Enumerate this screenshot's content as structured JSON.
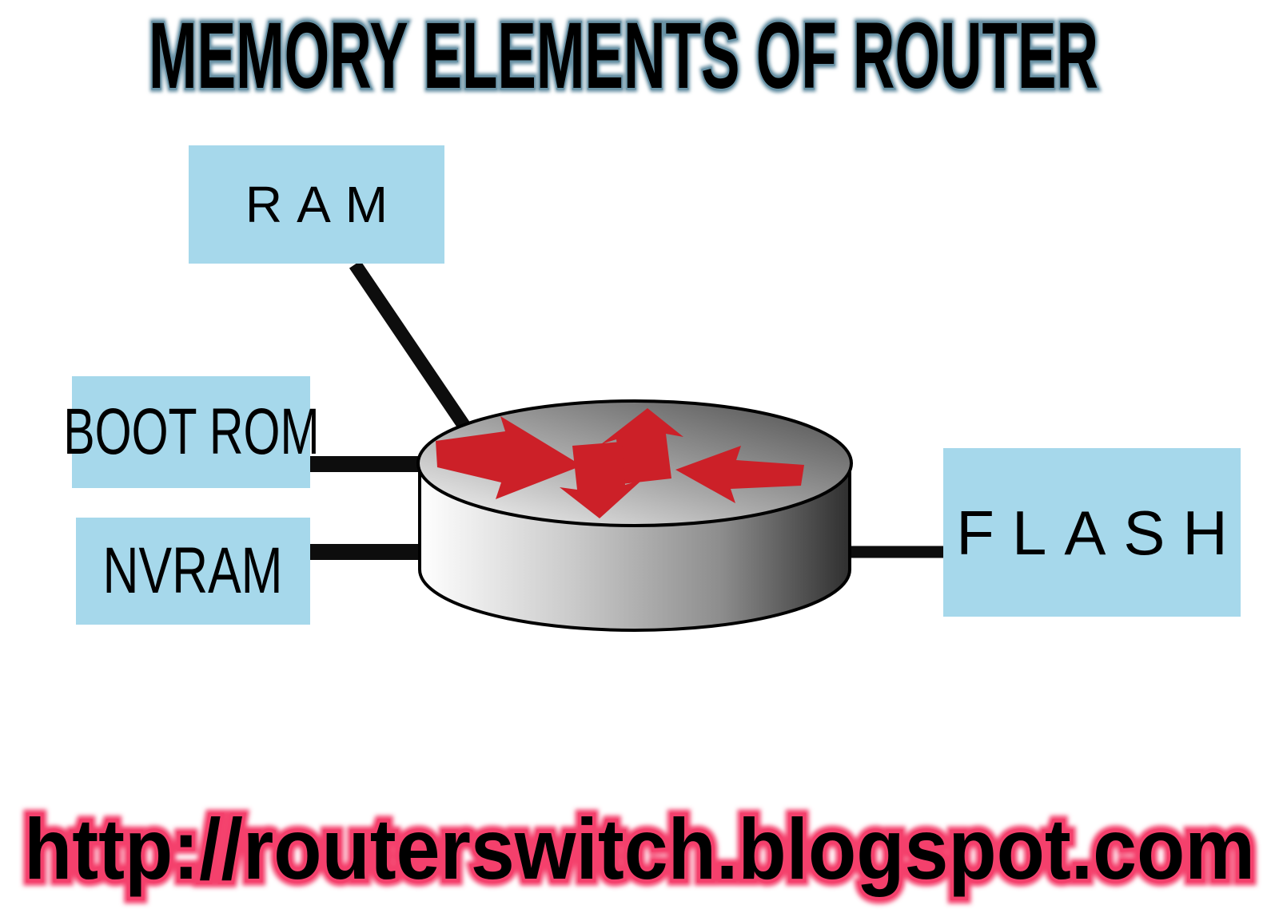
{
  "title": "MEMORY ELEMENTS OF ROUTER",
  "nodes": {
    "ram": "RAM",
    "boot_rom": "BOOT ROM",
    "nvram": "NVRAM",
    "flash": "FLASH"
  },
  "icons": {
    "router": "router-icon"
  },
  "footer": {
    "url": "http://routerswitch.blogspot.com"
  },
  "colors": {
    "background": "#ffffff",
    "node_fill": "#a6d8eb",
    "node_text": "#000000",
    "connector": "#0d0d0d",
    "arrow_red": "#cc2028",
    "title_fill": "#000000",
    "title_outline": "#6992a5",
    "url_fill": "#000000",
    "url_glow": "#f4406c",
    "cylinder_light": "#fbfbfb",
    "cylinder_dark": "#2f2f2f"
  }
}
